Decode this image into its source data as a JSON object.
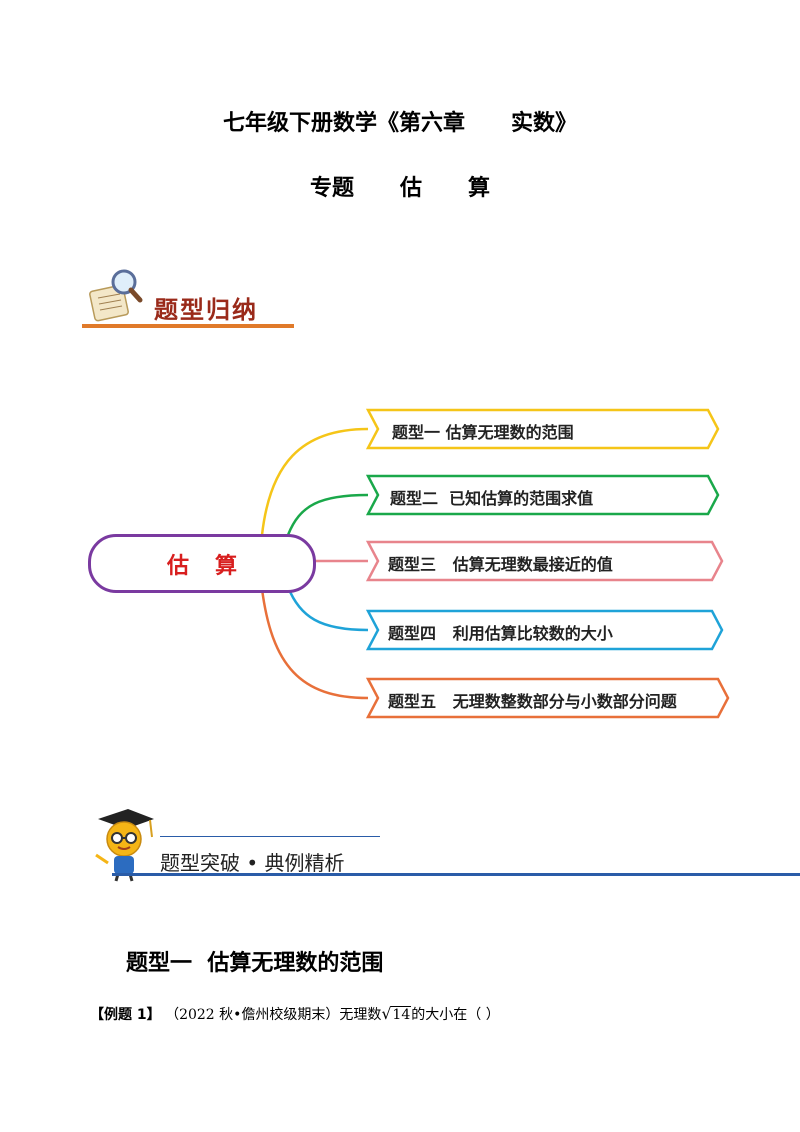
{
  "title": "七年级下册数学《第六章      实数》",
  "subtitle": "专题      估      算",
  "section1_banner": "题型归纳",
  "mindmap": {
    "center": "估算",
    "branches": [
      {
        "label": "题型一 估算无理数的范围",
        "color": "#f5c518"
      },
      {
        "label": "题型二  已知估算的范围求值",
        "color": "#1aa84a"
      },
      {
        "label": "题型三   估算无理数最接近的值",
        "color": "#e8848c"
      },
      {
        "label": "题型四   利用估算比较数的大小",
        "color": "#1fa3d8"
      },
      {
        "label": "题型五   无理数整数部分与小数部分问题",
        "color": "#e8703a"
      }
    ]
  },
  "section2_banner": "题型突破 • 典例精析",
  "section_heading": "题型一  估算无理数的范围",
  "example": {
    "label": "【例题 1】",
    "source": "（2022 秋•儋州校级期末）无理数",
    "radicand": "14",
    "suffix": "的大小在（        ）"
  }
}
